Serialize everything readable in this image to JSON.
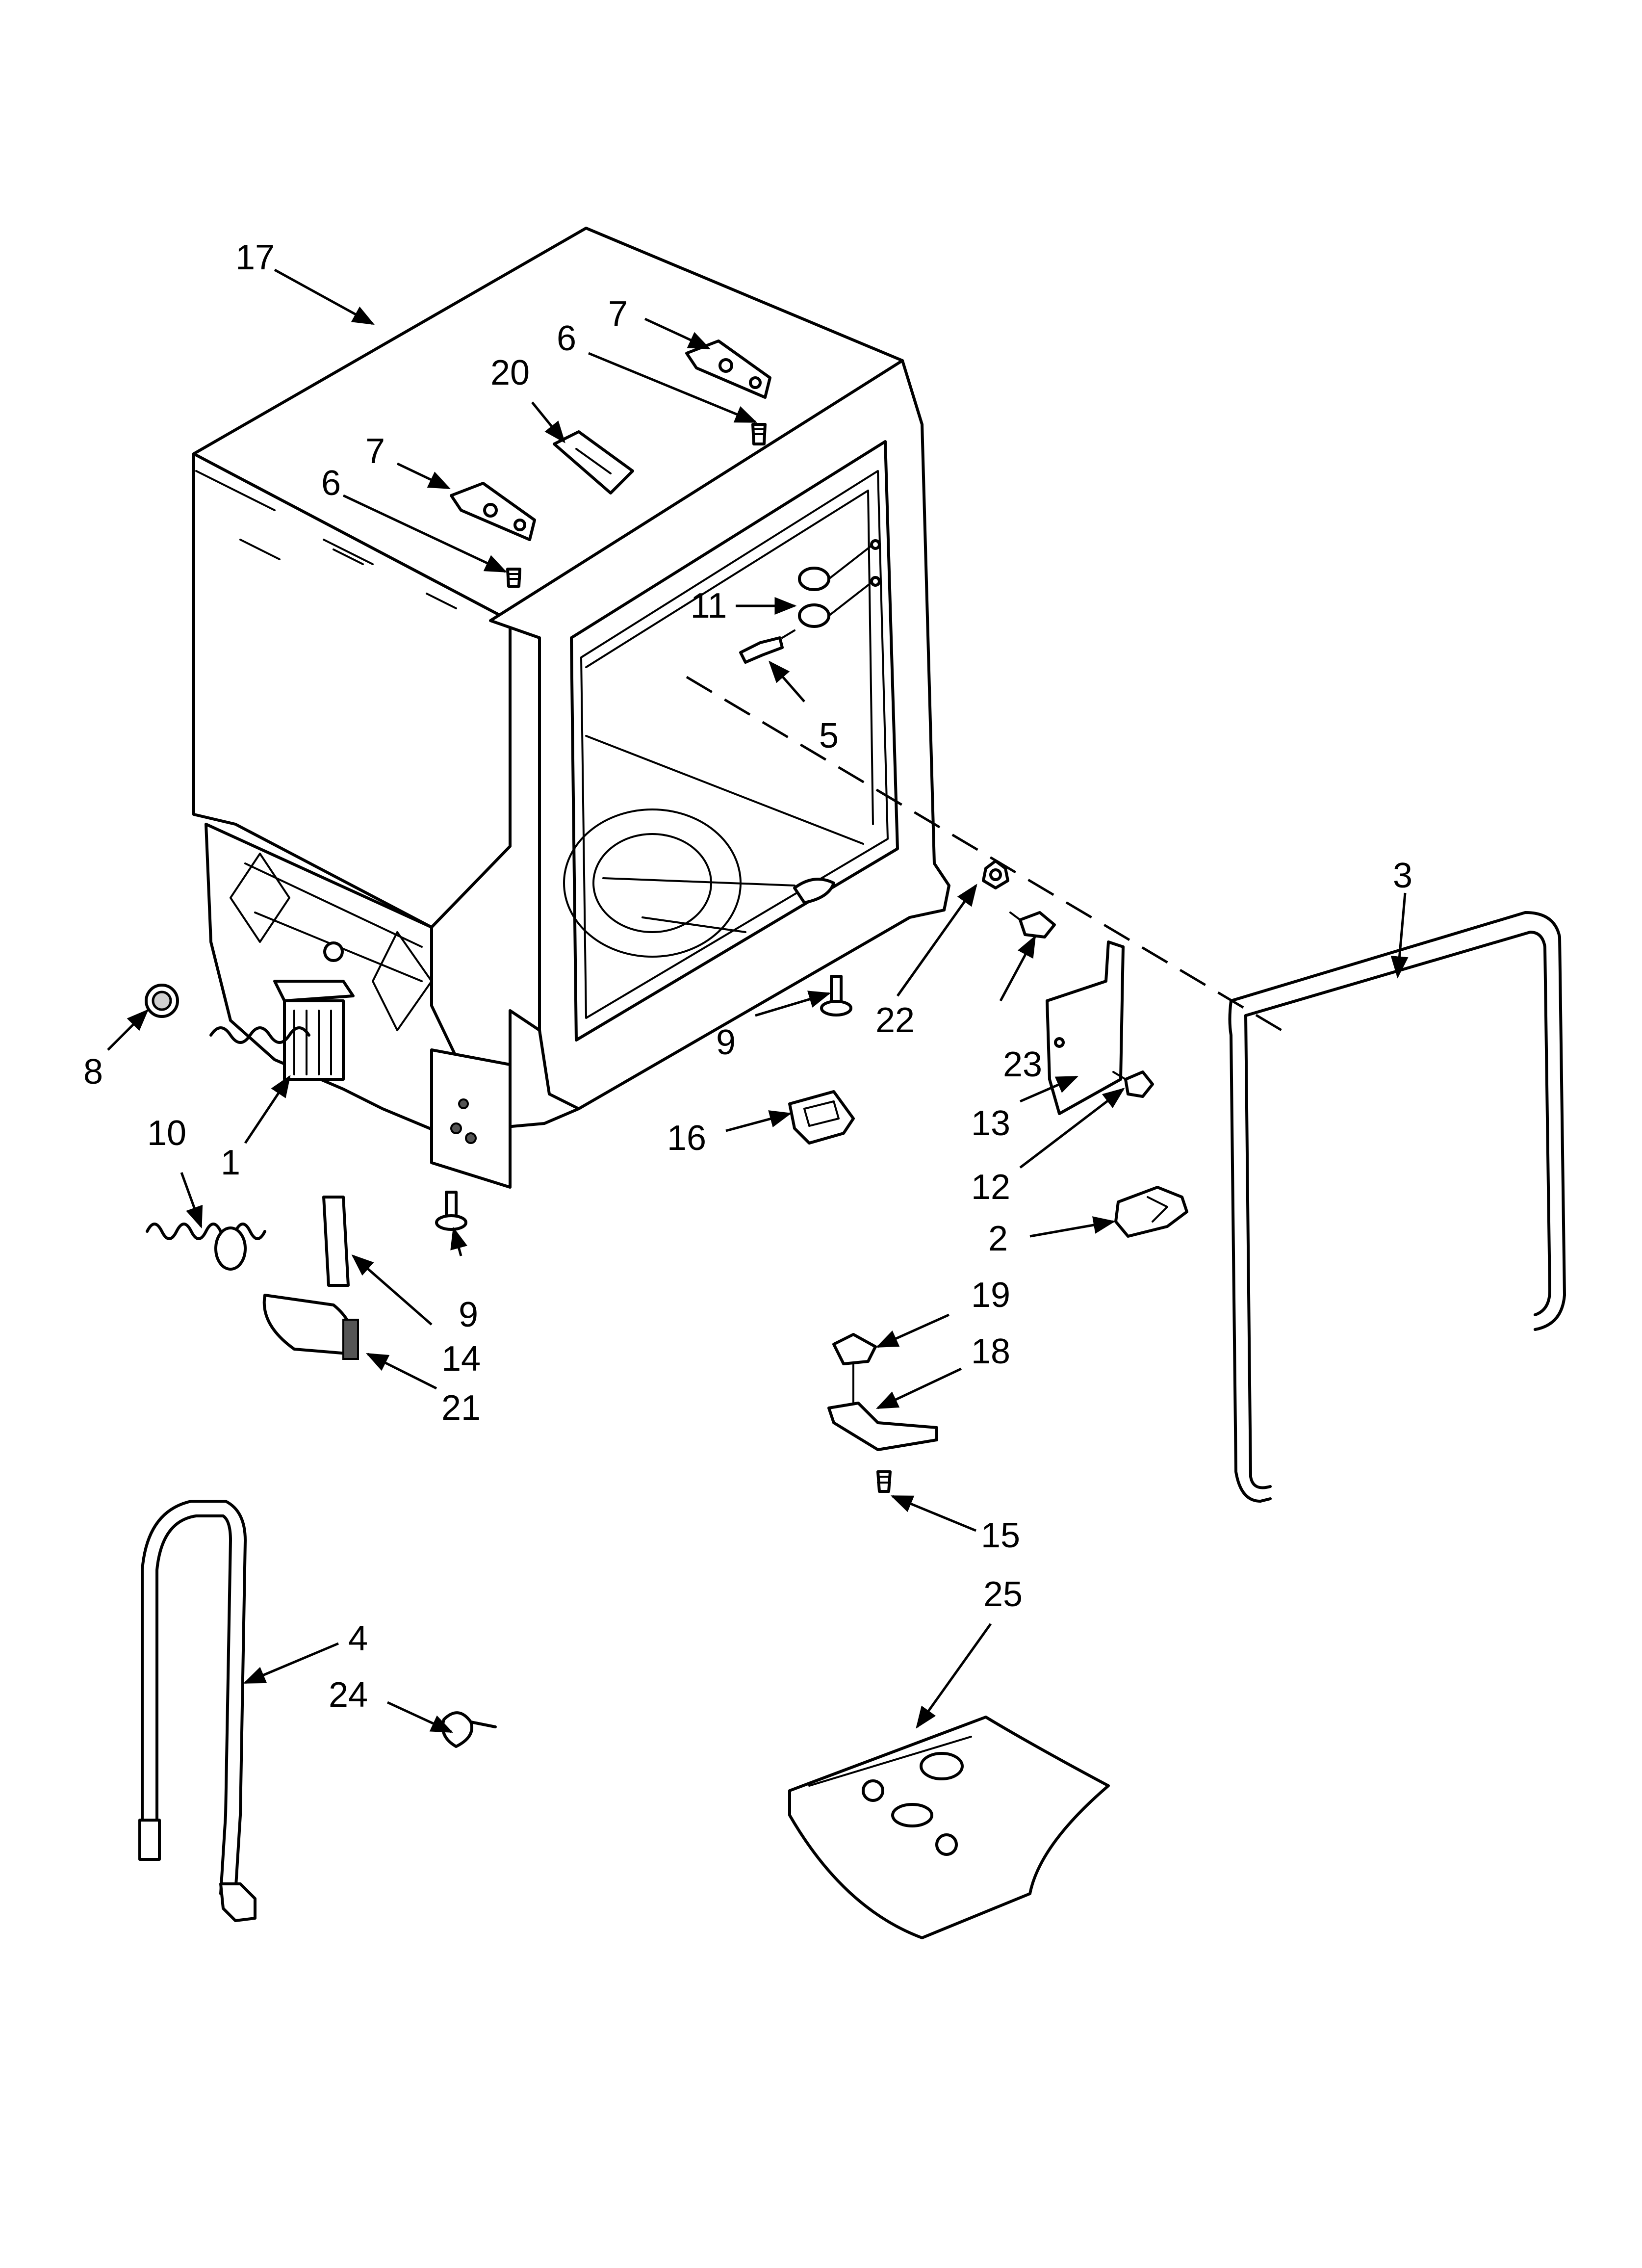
{
  "callouts": {
    "c1": "1",
    "c2": "2",
    "c3": "3",
    "c4": "4",
    "c5": "5",
    "c6a": "6",
    "c6b": "6",
    "c7a": "7",
    "c7b": "7",
    "c8": "8",
    "c9a": "9",
    "c9b": "9",
    "c10": "10",
    "c11": "11",
    "c12": "12",
    "c13": "13",
    "c14": "14",
    "c15": "15",
    "c16": "16",
    "c17": "17",
    "c18": "18",
    "c19": "19",
    "c20": "20",
    "c21": "21",
    "c22": "22",
    "c23": "23",
    "c24": "24",
    "c25": "25"
  }
}
